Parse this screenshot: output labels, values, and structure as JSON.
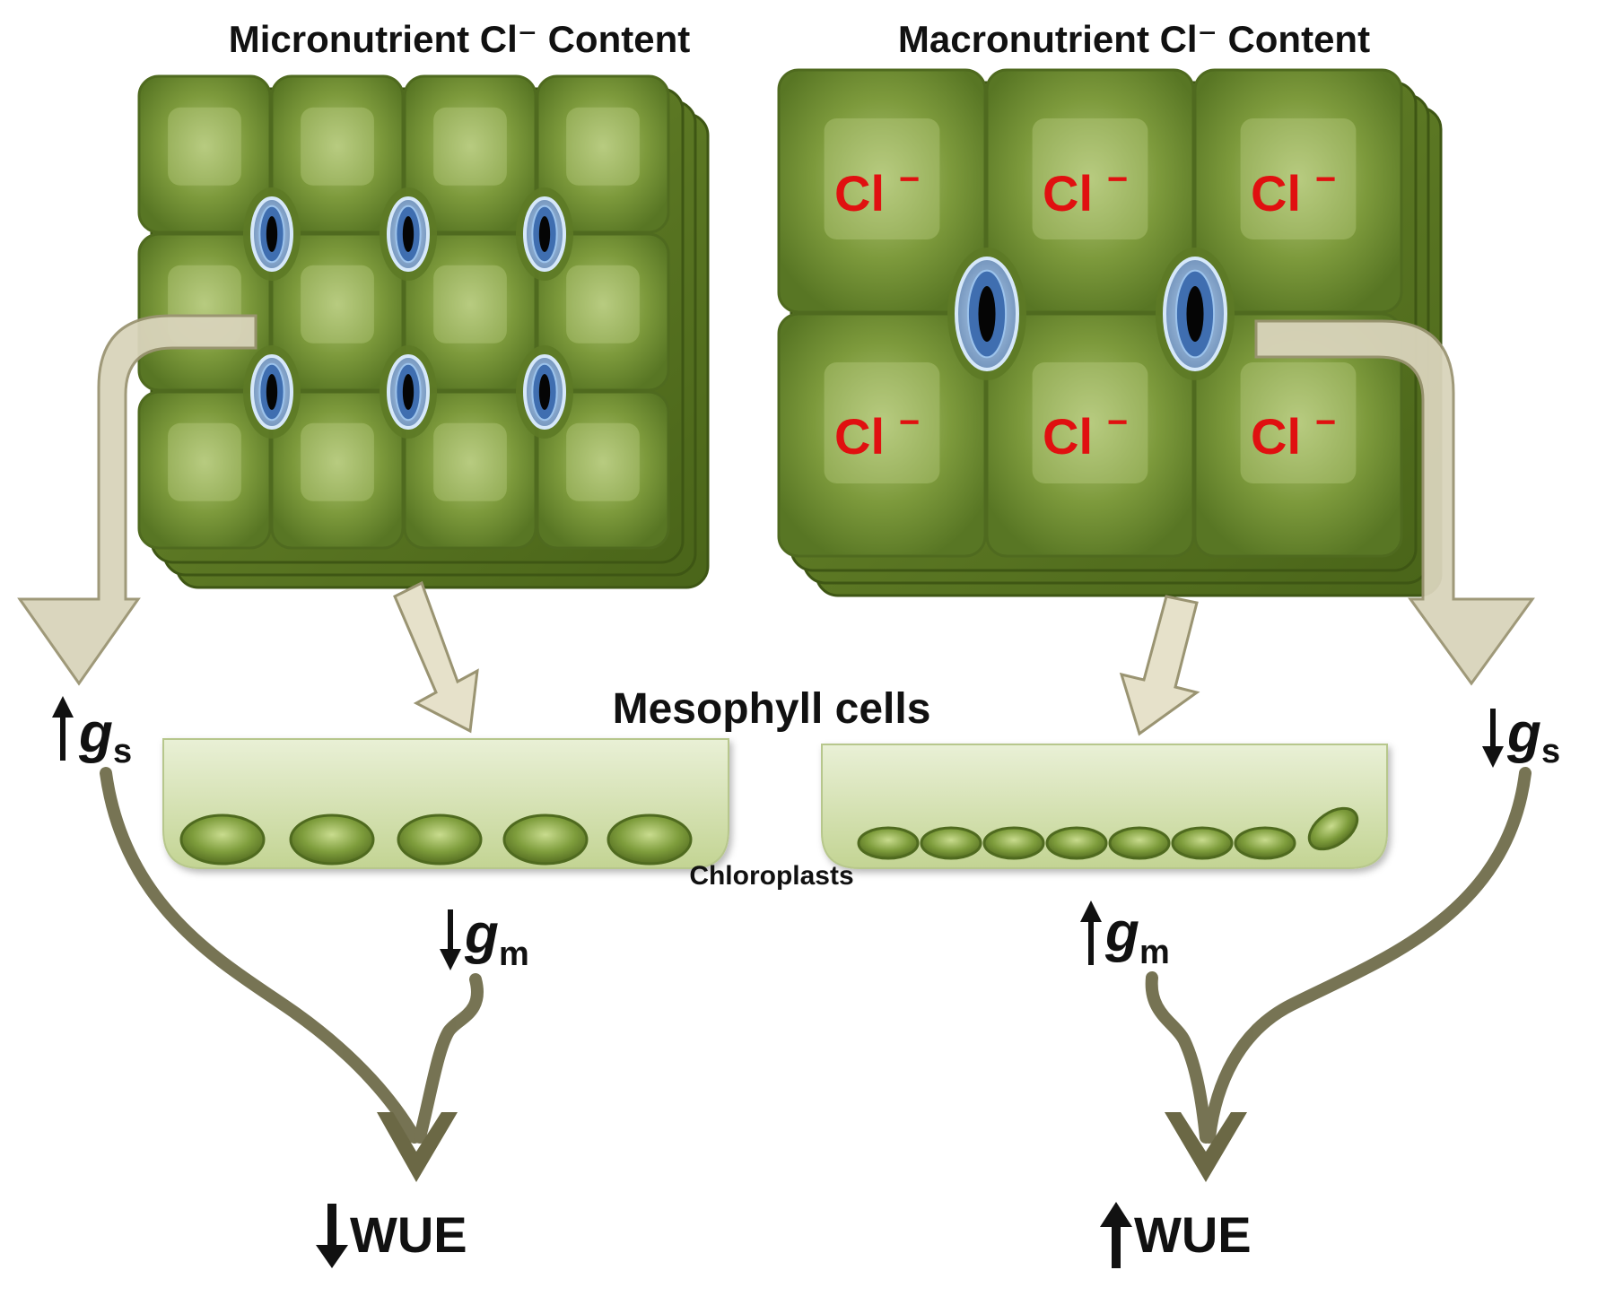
{
  "left_panel": {
    "title": "Micronutrient Cl⁻ Content",
    "gs_symbol": "g",
    "gs_subscript": "s",
    "gs_direction": "up",
    "gm_symbol": "g",
    "gm_subscript": "m",
    "gm_direction": "down",
    "wue_label": "WUE",
    "wue_direction": "down"
  },
  "right_panel": {
    "title": "Macronutrient Cl⁻ Content",
    "ion_label": "Cl",
    "ion_charge": "−",
    "gs_symbol": "g",
    "gs_subscript": "s",
    "gs_direction": "down",
    "gm_symbol": "g",
    "gm_subscript": "m",
    "gm_direction": "up",
    "wue_label": "WUE",
    "wue_direction": "up"
  },
  "center": {
    "mesophyll_label": "Mesophyll cells",
    "chloroplast_label": "Chloroplasts"
  },
  "colors": {
    "cell_green": "#6f8f32",
    "cell_light": "#a8c06a",
    "cell_dark": "#4f6a1f",
    "arrow_fill": "#d6d0b4",
    "curve_arrow": "#6b6845",
    "ion_red": "#e01010",
    "stoma_blue": "#4a78b8"
  }
}
